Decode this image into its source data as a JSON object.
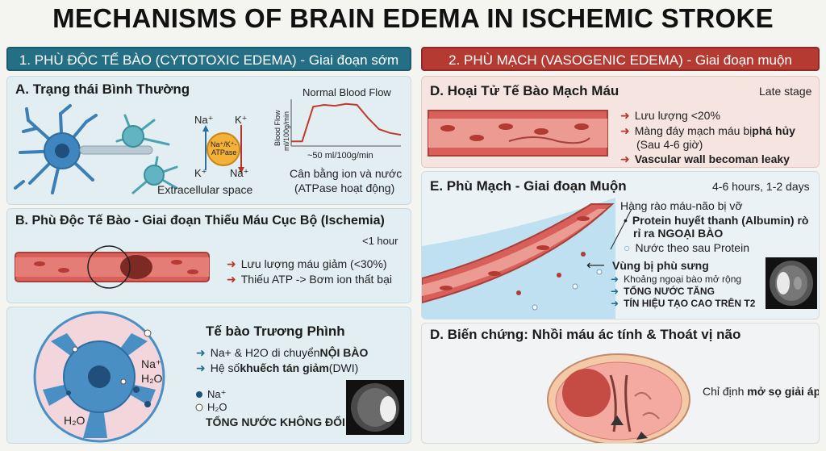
{
  "title": "MECHANISMS OF BRAIN EDEMA IN ISCHEMIC STROKE",
  "left_header": "1. PHÙ ĐỘC TẾ BÀO (CYTOTOXIC EDEMA) - Giai đoạn sớm",
  "right_header": "2. PHÙ MẠCH (VASOGENIC EDEMA) - Giai đoạn muộn",
  "panelA": {
    "title": "A. Trạng thái Bình Thường",
    "extracellular": "Extracellular space",
    "na_top": "Na⁺",
    "k_top": "K⁺",
    "k_bottom": "K⁺",
    "na_bottom": "Na⁺",
    "pump_label_1": "Na⁺/K⁺-",
    "pump_label_2": "ATPase",
    "chart_title": "Normal Blood Flow",
    "chart_ylabel_1": "Blood Flow",
    "chart_ylabel_2": "ml/100g/min",
    "chart_xlabel": "~50 ml/100g/min",
    "balance_1": "Cân bằng ion và nước",
    "balance_2": "(ATPase hoạt động)"
  },
  "panelB": {
    "title": "B. Phù Độc Tế Bào - Giai đoạn Thiếu Máu Cục Bộ (Ischemia)",
    "timing": "<1 hour",
    "bullets": [
      "Lưu lượng máu giảm (<30%)",
      "Thiếu ATP -> Bơm ion thất bại"
    ]
  },
  "panelC": {
    "title": "Tế bào Trương Phình",
    "bullet1_pre": "Na+ & H2O di chuyển ",
    "bullet1_bold": "NỘI BÀO",
    "bullet2_pre": "Hệ số ",
    "bullet2_bold": "khuếch tán giảm",
    "bullet2_post": " (DWI)",
    "cell_na": "Na⁺",
    "cell_h2o": "H₂O",
    "cell_h2o_2": "H₂O",
    "legend_na": "Na⁺",
    "legend_h2o": "H₂O",
    "total_water": "TỔNG NƯỚC KHÔNG ĐỔI"
  },
  "panelD": {
    "title": "D. Hoại Tử Tế Bào Mạch Máu",
    "timing": "Late stage",
    "b1": "Lưu lượng <20%",
    "b2_pre": "Màng đáy mạch máu bị ",
    "b2_bold": "phá hủy",
    "b2_sub": "(Sau 4-6 giờ)",
    "b3": "Vascular wall becoman leaky"
  },
  "panelE": {
    "title": "E. Phù Mạch - Giai đoạn Muộn",
    "timing": "4-6 hours, 1-2 days",
    "l1": "Hàng rào máu-não bị vỡ",
    "l2_a": "Protein huyết thanh (Albumin) rò",
    "l2_b": "rỉ ra NGOẠI BÀO",
    "l3": "Nước theo sau Protein",
    "zone": "Vùng bị phù sưng",
    "z1": "Khoảng ngoại bào mở rộng",
    "z2": "TỔNG NƯỚC TĂNG",
    "z3": "TÍN HIỆU TẠO CAO TRÊN T2"
  },
  "panelF": {
    "title": "D. Biến chứng: Nhồi máu ác tính & Thoát vị não",
    "ind_pre": "Chỉ định ",
    "ind_bold": "mở sọ giải áp"
  },
  "colors": {
    "teal": "#246f86",
    "red": "#b43a32",
    "vessel": "#d9605a",
    "cell_blue": "#4a8fc4"
  },
  "chart_data": {
    "type": "line",
    "title": "Normal Blood Flow",
    "ylabel": "Blood Flow ml/100g/min",
    "xlabel": "~50 ml/100g/min",
    "x": [
      0,
      1,
      2,
      3,
      4,
      5,
      6,
      7,
      8,
      9,
      10
    ],
    "values": [
      5,
      5,
      42,
      44,
      43,
      45,
      44,
      30,
      18,
      14,
      12
    ],
    "ylim": [
      0,
      50
    ]
  }
}
